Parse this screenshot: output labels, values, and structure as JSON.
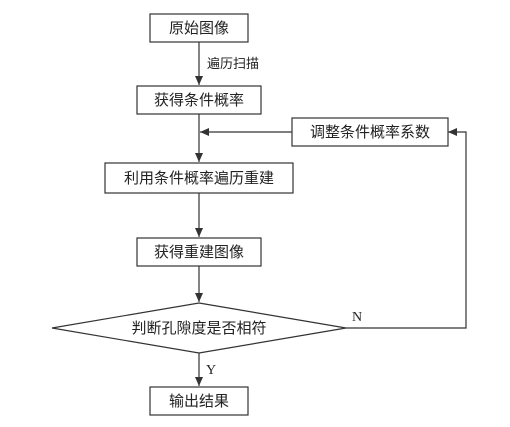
{
  "nodes": {
    "original_image": "原始图像",
    "get_conditional_prob": "获得条件概率",
    "reconstruct": "利用条件概率遍历重建",
    "get_reconstructed_image": "获得重建图像",
    "decision": "判断孔隙度是否相符",
    "output": "输出结果",
    "adjust_coefficient": "调整条件概率系数"
  },
  "edges": {
    "traverse_scan": "遍历扫描",
    "yes": "Y",
    "no": "N"
  },
  "colors": {
    "stroke": "#333333",
    "text": "#222222",
    "background": "#ffffff"
  }
}
